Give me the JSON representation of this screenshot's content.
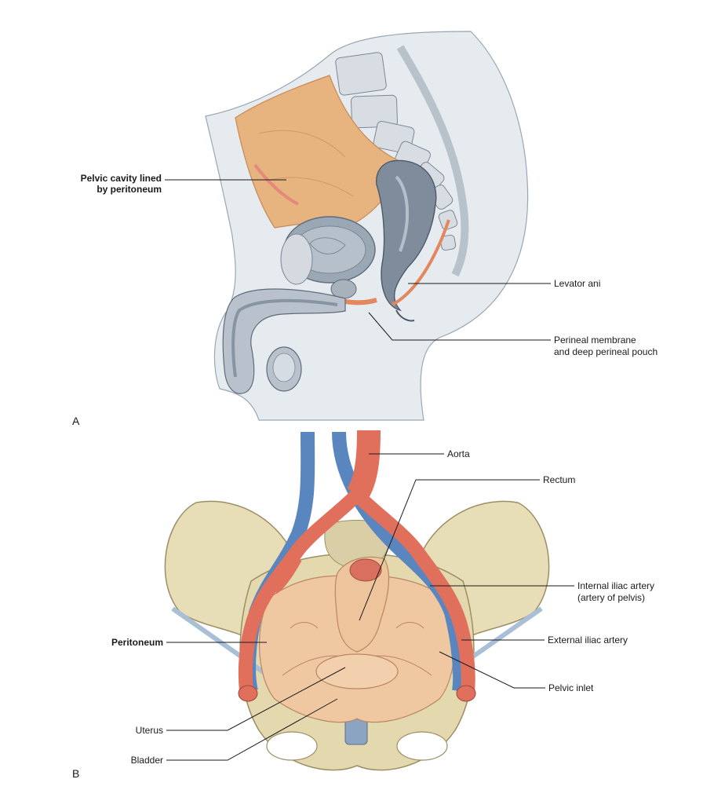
{
  "panel_a": {
    "letter": "A",
    "labels": {
      "pelvic_cavity_line1": "Pelvic cavity lined",
      "pelvic_cavity_line2": "by peritoneum",
      "levator_ani": "Levator ani",
      "perineal_line1": "Perineal membrane",
      "perineal_line2": "and deep perineal pouch"
    }
  },
  "panel_b": {
    "letter": "B",
    "labels": {
      "aorta": "Aorta",
      "rectum": "Rectum",
      "internal_iliac_line1": "Internal iliac artery",
      "internal_iliac_line2": "(artery of pelvis)",
      "peritoneum": "Peritoneum",
      "external_iliac": "External iliac artery",
      "pelvic_inlet": "Pelvic inlet",
      "uterus": "Uterus",
      "bladder": "Bladder"
    }
  },
  "colors": {
    "bone": "#e6dcb4",
    "bone_edge": "#9c8f66",
    "artery": "#e0705c",
    "vein": "#5a86bf",
    "peritoneum": "#ecc29a",
    "soft_tissue": "#c9d2dc",
    "body_outline": "#e3e8ee"
  }
}
